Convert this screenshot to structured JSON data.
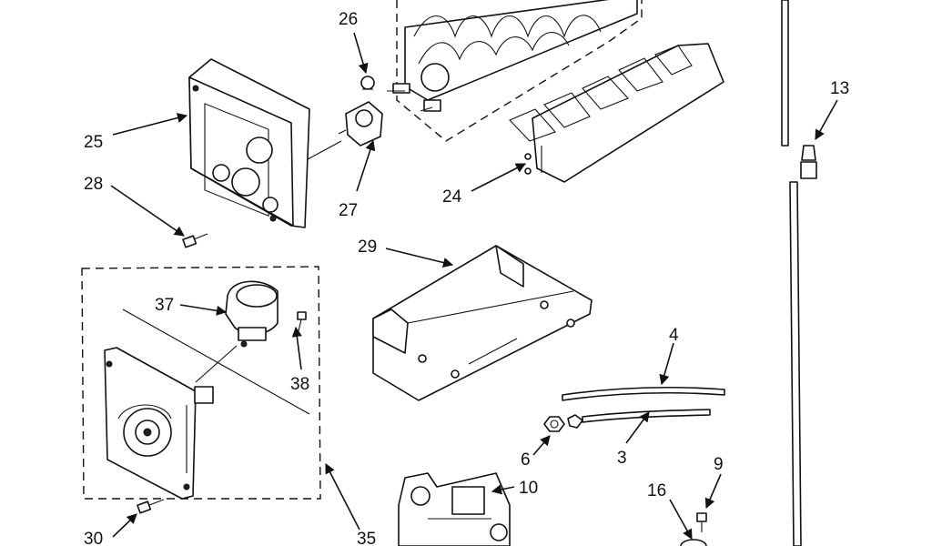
{
  "diagram": {
    "callouts": [
      {
        "id": "c26",
        "text": "26"
      },
      {
        "id": "c13",
        "text": "13"
      },
      {
        "id": "c25",
        "text": "25"
      },
      {
        "id": "c28",
        "text": "28"
      },
      {
        "id": "c27",
        "text": "27"
      },
      {
        "id": "c24",
        "text": "24"
      },
      {
        "id": "c29",
        "text": "29"
      },
      {
        "id": "c37",
        "text": "37"
      },
      {
        "id": "c38",
        "text": "38"
      },
      {
        "id": "c4",
        "text": "4"
      },
      {
        "id": "c6",
        "text": "6"
      },
      {
        "id": "c3",
        "text": "3"
      },
      {
        "id": "c10",
        "text": "10"
      },
      {
        "id": "c9",
        "text": "9"
      },
      {
        "id": "c16",
        "text": "16"
      },
      {
        "id": "c30",
        "text": "30"
      },
      {
        "id": "c35",
        "text": "35"
      }
    ]
  }
}
